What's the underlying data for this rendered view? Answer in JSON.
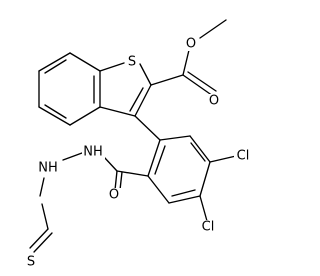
{
  "diagram": {
    "type": "chemical-structure",
    "atom_labels": {
      "ring_sulfur": "S",
      "ester_carbonyl_oxygen": "O",
      "ester_ether_oxygen": "O",
      "amide_oxygen": "O",
      "chlorine_upper": "Cl",
      "chlorine_lower": "Cl",
      "hydrazide_nh": "NH",
      "hydrazine_nh": "NH",
      "thioformyl_sulfur": "S"
    }
  }
}
